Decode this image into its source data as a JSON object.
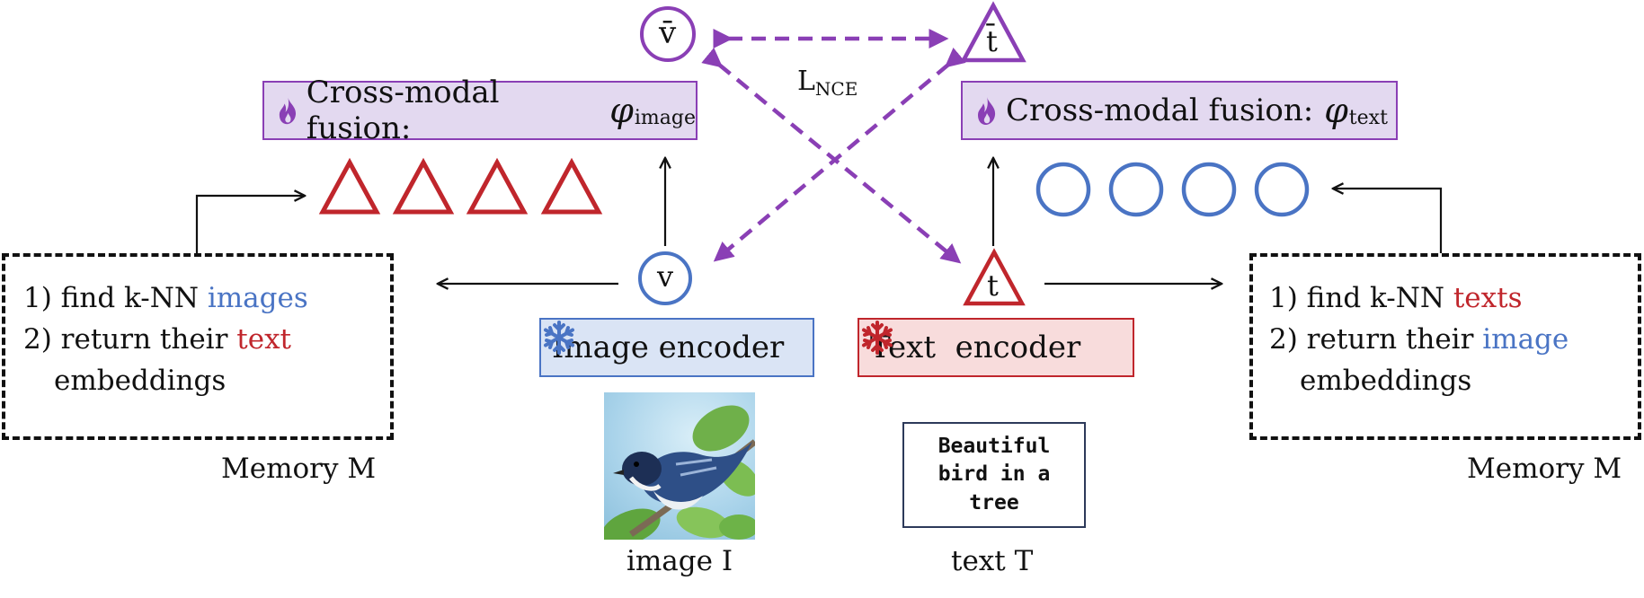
{
  "nodes": {
    "v_bar": "v̄",
    "t_bar": "t̄",
    "v": "v",
    "t": "t"
  },
  "loss_label": {
    "main": "L",
    "sub": "NCE"
  },
  "fusion_left": {
    "text": "Cross-modal fusion:",
    "symbol": "φ",
    "sub": "image"
  },
  "fusion_right": {
    "text": "Cross-modal fusion:",
    "symbol": "φ",
    "sub": "text"
  },
  "image_encoder": "Image encoder",
  "text_encoder": "Text  encoder",
  "memory_left": {
    "line1_prefix": "1) find k-NN ",
    "line1_highlight": "images",
    "line2_prefix": "2) return their ",
    "line2_highlight": "text",
    "line3": "embeddings",
    "caption": "Memory M"
  },
  "memory_right": {
    "line1_prefix": "1) find k-NN ",
    "line1_highlight": "texts",
    "line2_prefix": "2) return their ",
    "line2_highlight": "image",
    "line3": "embeddings",
    "caption": "Memory M"
  },
  "image_caption": "image I",
  "text_caption": "text T",
  "text_card": [
    "Beautiful",
    "bird in a",
    "tree"
  ],
  "icons": {
    "fire": "fire-icon",
    "snowflake": "snowflake-icon",
    "database": "database-icon"
  },
  "colors": {
    "purple": "#8a3fb5",
    "red": "#c0262c",
    "blue": "#4a74c4",
    "fusion_fill": "#e3d9f0",
    "image_encoder_fill": "#dae4f5",
    "text_encoder_fill": "#f8dcdc"
  }
}
